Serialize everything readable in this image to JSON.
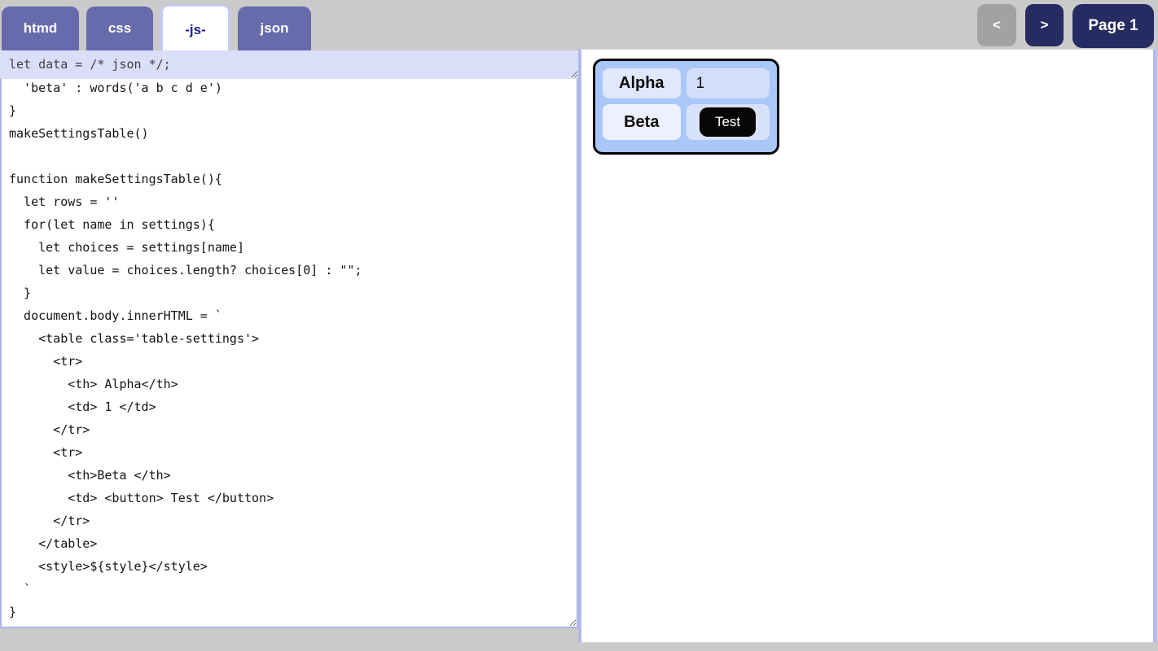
{
  "tabs": [
    {
      "label": "htmd",
      "active": false
    },
    {
      "label": "css",
      "active": false
    },
    {
      "label": "-js-",
      "active": true
    },
    {
      "label": "json",
      "active": false
    }
  ],
  "pager": {
    "prev_label": "<",
    "next_label": ">",
    "page_label": "Page 1"
  },
  "editor": {
    "first_line": "let data = /* json */;",
    "code": "  'beta' : words('a b c d e')\n}\nmakeSettingsTable()\n\nfunction makeSettingsTable(){\n  let rows = ''\n  for(let name in settings){\n    let choices = settings[name]\n    let value = choices.length? choices[0] : \"\";\n  }\n  document.body.innerHTML = `\n    <table class='table-settings'>\n      <tr>\n        <th> Alpha</th>\n        <td> 1 </td>\n      </tr>\n      <tr>\n        <th>Beta </th>\n        <td> <button> Test </button>\n      </tr>\n    </table>\n    <style>${style}</style>\n  `\n}"
  },
  "preview": {
    "table": {
      "rows": [
        {
          "header": "Alpha",
          "value": "1"
        },
        {
          "header": "Beta",
          "button_label": "Test"
        }
      ]
    }
  },
  "colors": {
    "page_background": "#cacaca",
    "tab_purple": "#676bac",
    "tab_active_text": "#1c1c96",
    "nav_navy": "#262b61",
    "nav_gray_disabled": "#a2a2a2",
    "first_line_bg": "#dadef8",
    "pane_border_lavender": "#b0b5e8",
    "preview_table_bg": "#a9c7f8",
    "header_cell_bg": "#e1e8fc",
    "value_cell_bg": "#d2defb",
    "test_button_bg": "#060606"
  }
}
